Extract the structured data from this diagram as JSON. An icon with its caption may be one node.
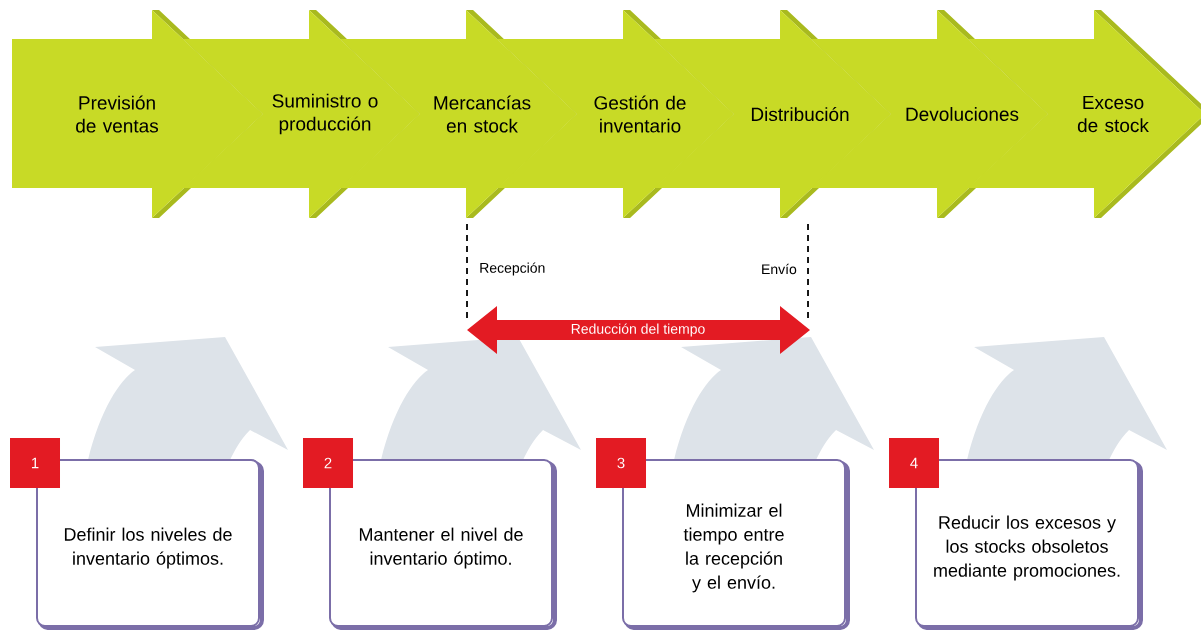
{
  "diagram": {
    "nodes": [
      {
        "text": [
          "Previsión de ventas"
        ]
      },
      {
        "text": [
          "Suministro o producción"
        ]
      },
      {
        "text": [
          "Mercancías en stock"
        ]
      },
      {
        "text": [
          "Gestión de inventario"
        ]
      },
      {
        "text": [
          "Distribución"
        ]
      },
      {
        "text": [
          "Devoluciones"
        ]
      },
      {
        "text": [
          "Exceso de stock"
        ]
      },
      {
        "text": [
          "1"
        ]
      },
      {
        "text": [
          "Definir los niveles de inventario óptimos."
        ]
      },
      {
        "text": [
          "2"
        ]
      },
      {
        "text": [
          "Mantener el nivel de inventario óptimo."
        ]
      },
      {
        "text": [
          "3"
        ]
      },
      {
        "text": [
          "Minimizar el tiempo entre la recepción y el envío."
        ]
      },
      {
        "text": [
          "4"
        ]
      },
      {
        "text": [
          "Reducir los excesos y los stocks obsoletos mediante promociones."
        ]
      }
    ],
    "labels": [
      "Recepción",
      "Envío",
      "Reducción del tiempo"
    ]
  }
}
